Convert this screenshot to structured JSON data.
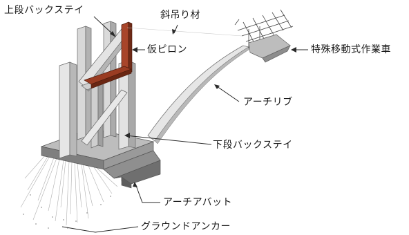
{
  "labels": {
    "upper_backstay": "上段バックステイ",
    "diagonal_hanger": "斜吊り材",
    "temporary_pylon": "仮ピロン",
    "traveler": "特殊移動式作業車",
    "arch_rib": "アーチリブ",
    "lower_backstay": "下段バックステイ",
    "arch_abutment": "アーチアバット",
    "ground_anchor": "グラウンドアンカー"
  },
  "colors": {
    "pylon_red": "#8e3a22",
    "concrete_light": "#e0e0e0",
    "concrete_mid": "#c4c4c4",
    "concrete_dark": "#8a8a8a",
    "line": "#2a2a2a"
  }
}
